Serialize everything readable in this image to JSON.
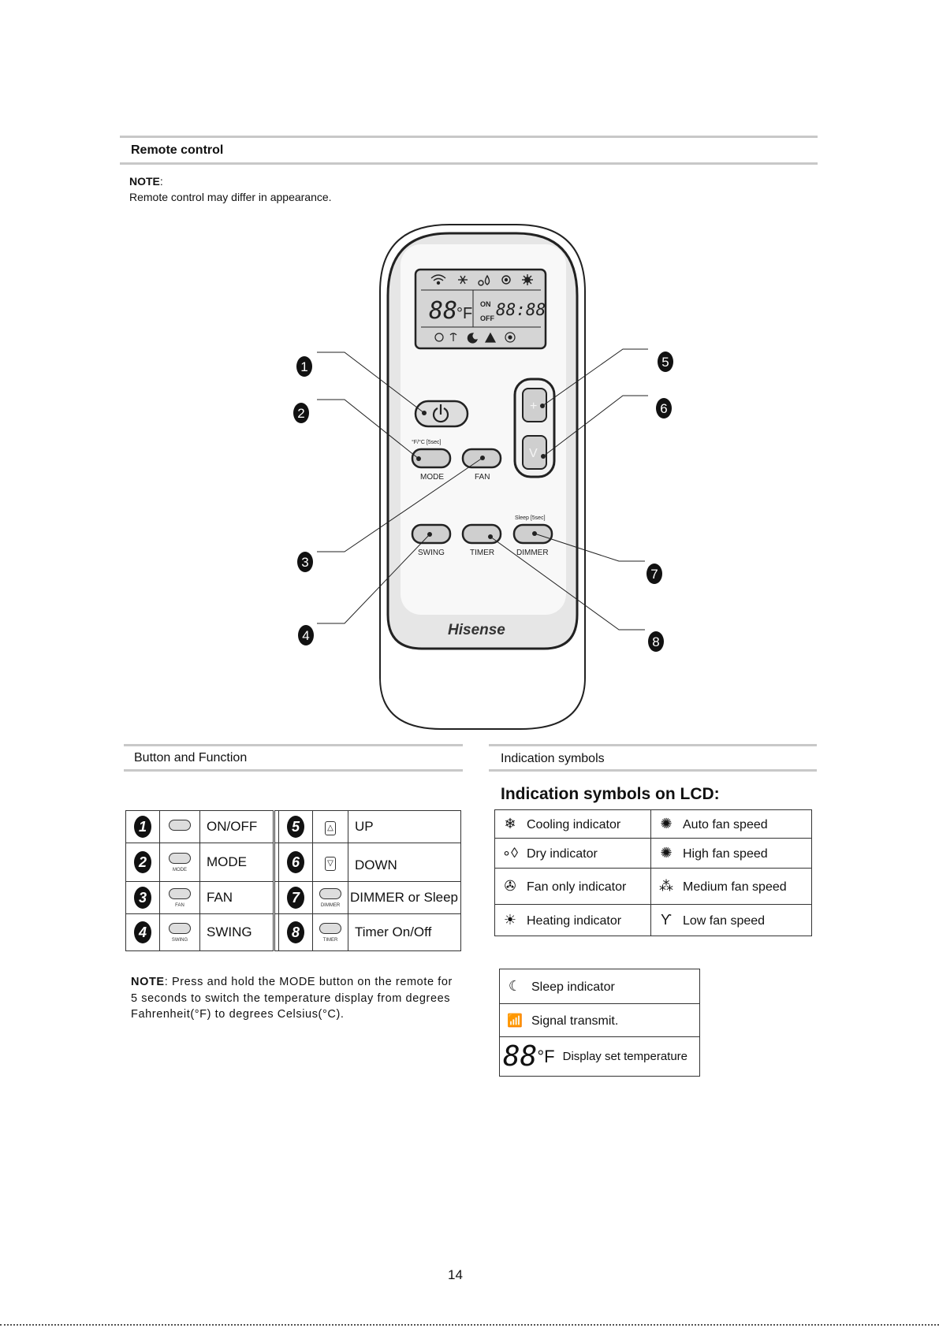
{
  "remote_section": {
    "title": "Remote control"
  },
  "note1": {
    "label": "NOTE",
    "colon": ":",
    "text": "Remote control may differ in appearance."
  },
  "remote": {
    "lcd_temp": "88",
    "lcd_unit": "°F",
    "lcd_on": "ON",
    "lcd_off": "OFF",
    "lcd_clock": "88:88",
    "buttons": {
      "mode_top": "°F/°C [5sec]",
      "mode": "MODE",
      "fan": "FAN",
      "sleep_top": "Sleep [5sec]",
      "swing": "SWING",
      "timer": "TIMER",
      "dimmer": "DIMMER"
    },
    "brand": "Hisense",
    "callouts": [
      "1",
      "2",
      "3",
      "4",
      "5",
      "6",
      "7",
      "8"
    ]
  },
  "button_function": {
    "title": "Button and Function",
    "rows": [
      {
        "num_left": "1",
        "btn_left": "",
        "label_left": "ON/OFF",
        "num_right": "5",
        "label_right": "UP"
      },
      {
        "num_left": "2",
        "btn_left": "MODE",
        "label_left": "MODE",
        "num_right": "6",
        "label_right": "DOWN"
      },
      {
        "num_left": "3",
        "btn_left": "FAN",
        "label_left": "FAN",
        "num_right": "7",
        "btn_right": "DIMMER",
        "label_right": "DIMMER or Sleep"
      },
      {
        "num_left": "4",
        "btn_left": "SWING",
        "label_left": "SWING",
        "num_right": "8",
        "btn_right": "TIMER",
        "label_right": "Timer On/Off"
      }
    ]
  },
  "indication": {
    "title": "Indication symbols",
    "heading": "Indication symbols on LCD:",
    "rows": [
      {
        "icon_left": "snowflake-icon",
        "left": "Cooling indicator",
        "icon_right": "auto-fan-icon",
        "right": "Auto fan speed"
      },
      {
        "icon_left": "drop-icon",
        "left": "Dry indicator",
        "icon_right": "high-fan-icon",
        "right": "High fan speed"
      },
      {
        "icon_left": "fan-icon",
        "left": "Fan only indicator",
        "icon_right": "medium-fan-icon",
        "right": "Medium fan speed"
      },
      {
        "icon_left": "sun-icon",
        "left": "Heating indicator",
        "icon_right": "low-fan-icon",
        "right": "Low fan speed"
      }
    ],
    "extra": [
      {
        "icon": "sleep-icon",
        "text": "Sleep indicator"
      },
      {
        "icon": "signal-icon",
        "text": "Signal transmit."
      },
      {
        "icon": "temp-display-icon",
        "temp": "88",
        "unit": "°F",
        "text": "Display set temperature"
      }
    ]
  },
  "note2": {
    "label": "NOTE",
    "text": ": Press and hold the MODE button on the remote for 5 seconds to switch the temperature display from degrees Fahrenheit(°F) to degrees Celsius(°C)."
  },
  "page_number": "14"
}
